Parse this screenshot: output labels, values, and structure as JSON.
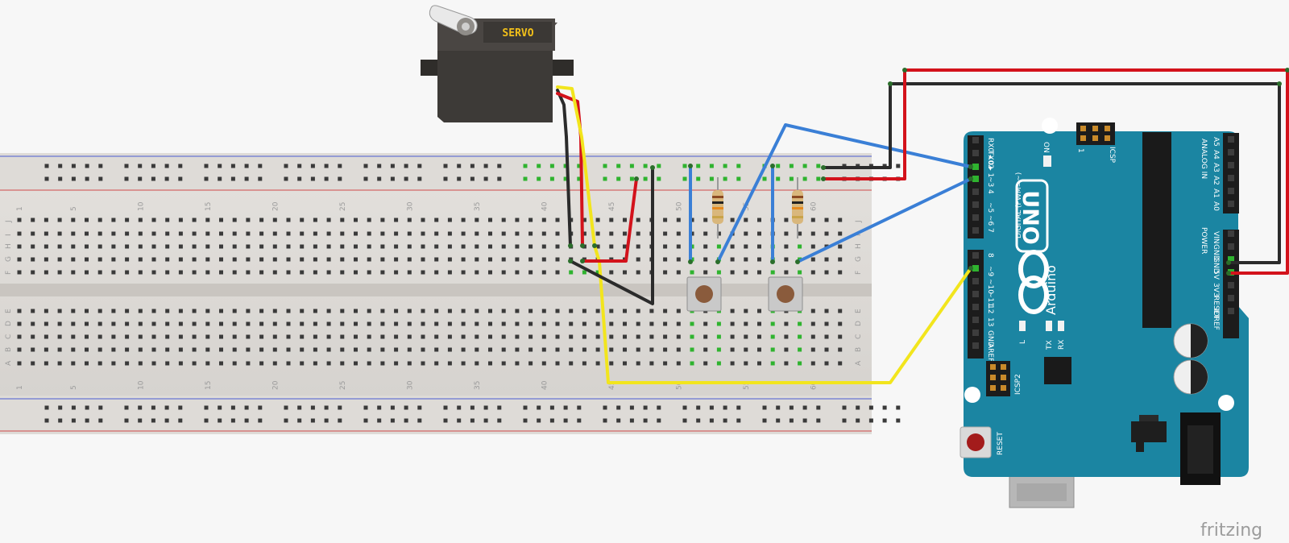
{
  "servo": {
    "label": "SERVO"
  },
  "breadboard": {
    "column_numbers": [
      "1",
      "5",
      "10",
      "15",
      "20",
      "25",
      "30",
      "35",
      "40",
      "45",
      "50",
      "55",
      "60"
    ],
    "row_letters_top": [
      "J",
      "I",
      "H",
      "G",
      "F"
    ],
    "row_letters_bottom": [
      "E",
      "D",
      "C",
      "B",
      "A"
    ]
  },
  "arduino": {
    "brand": "Arduino",
    "model": "UNO",
    "digital_label": "DIGITAL (PWM=~)",
    "analog_label": "ANALOG IN",
    "power_label": "POWER",
    "icsp_label": "ICSP",
    "icsp2_label": "ICSP2",
    "reset_label": "RESET",
    "on_label": "ON",
    "led_l": "L",
    "led_tx": "TX",
    "led_rx": "RX",
    "icsp_pin_one": "1",
    "pins_upper": [
      "RX0 ◂ 0",
      "TX0 ▸ 1",
      "2",
      "~3",
      "4",
      "~5",
      "~6",
      "7"
    ],
    "pins_lower": [
      "8",
      "~9",
      "~10",
      "~11",
      "12",
      "13",
      "GND",
      "AREF"
    ],
    "analog_pins": [
      "A5",
      "A4",
      "A3",
      "A2",
      "A1",
      "A0"
    ],
    "power_pins": [
      "VIN",
      "GND",
      "GND",
      "5V",
      "3V3",
      "RESET",
      "IOREF"
    ]
  },
  "watermark": "fritzing",
  "colors": {
    "arduino_board": "#1b85a2",
    "wire_red": "#d3121b",
    "wire_black": "#2b2b2b",
    "wire_blue": "#3a7fd6",
    "wire_yellow": "#f2e51d",
    "servo_body": "#3d3a37",
    "servo_text": "#f2c01a"
  }
}
